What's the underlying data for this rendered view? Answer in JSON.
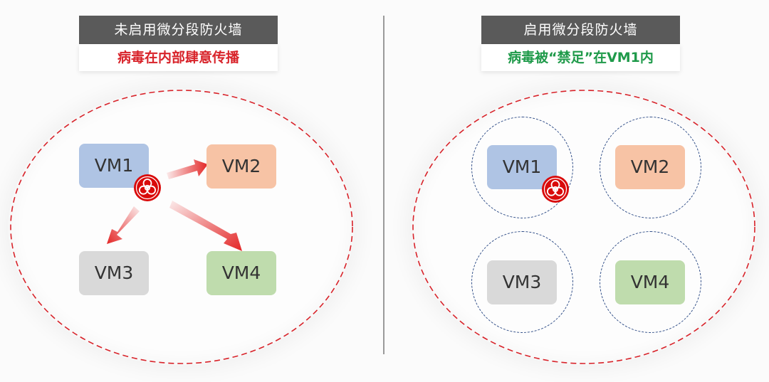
{
  "left_panel": {
    "title": "未启用微分段防火墙",
    "subtitle": "病毒在内部肆意传播",
    "vms": [
      "VM1",
      "VM2",
      "VM3",
      "VM4"
    ]
  },
  "right_panel": {
    "title": "启用微分段防火墙",
    "subtitle": "病毒被“禁足”在VM1内",
    "vms": [
      "VM1",
      "VM2",
      "VM3",
      "VM4"
    ]
  },
  "colors": {
    "header_bg": "#5a5a5a",
    "subtitle_red": "#d8232a",
    "subtitle_green": "#1f9a4a",
    "zone_border": "#d8232a",
    "ring_border": "#2e4c86",
    "vm1": "#afc4e4",
    "vm2": "#f7c3a5",
    "vm3": "#d9d9d9",
    "vm4": "#bfdcad",
    "virus": "#d90a0a"
  },
  "icons": {
    "virus": "biohazard-icon",
    "spread": "arrow-icon"
  }
}
